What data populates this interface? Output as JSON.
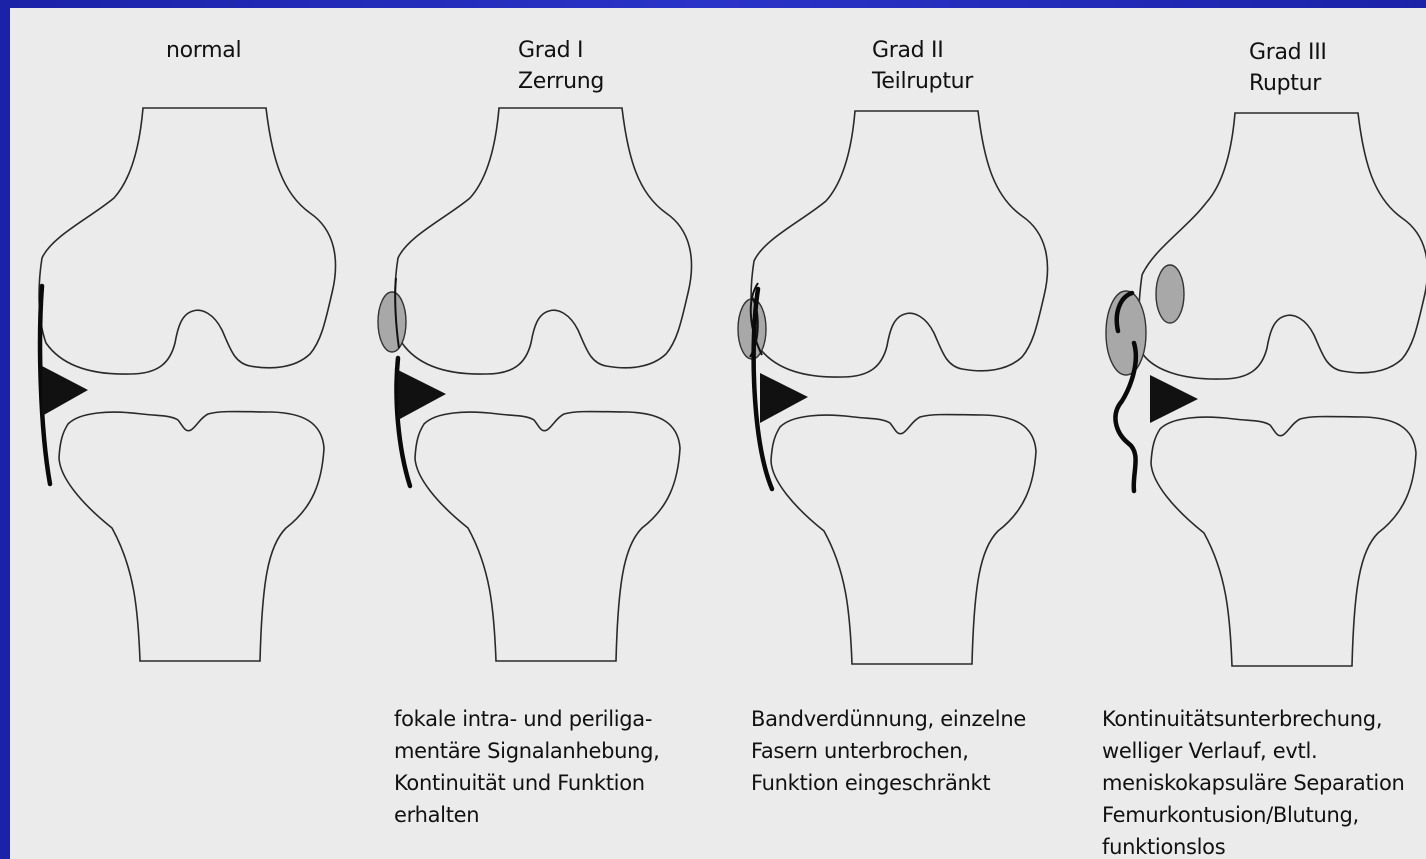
{
  "panels": [
    {
      "id": "normal",
      "title": "normal",
      "description": ""
    },
    {
      "id": "grad1",
      "title": "Grad I\nZerrung",
      "description": "fokale intra- und periliga-\nmentäre Signalanhebung,\nKontinuität und Funktion\nerhalten"
    },
    {
      "id": "grad2",
      "title": "Grad II\nTeilruptur",
      "description": "Bandverdünnung, einzelne\nFasern unterbrochen,\nFunktion eingeschränkt"
    },
    {
      "id": "grad3",
      "title": "Grad III\nRuptur",
      "description": "Kontinuitätsunterbrechung,\nwelliger Verlauf, evtl.\nmeniskokapsuläre Separation\nFemurkontusion/Blutung,\nfunktionslos"
    }
  ],
  "colors": {
    "background": "#2a33c8",
    "panel": "#ebebeb",
    "edema": "#a8a8a8",
    "ink": "#0a0a0a"
  }
}
